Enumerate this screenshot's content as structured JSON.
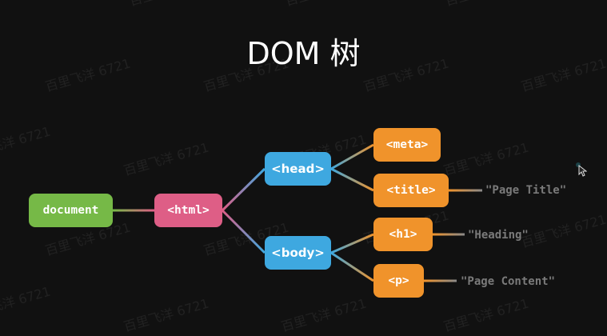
{
  "title": "DOM 树",
  "colors": {
    "background": "#111111",
    "document": "#76b947",
    "html": "#de5e86",
    "head_body": "#3ea8e0",
    "leaf_elements": "#f0932b",
    "text_nodes": "#7a7a7a"
  },
  "tree": {
    "document": {
      "label": "document"
    },
    "html": {
      "label": "<html>"
    },
    "head": {
      "label": "<head>"
    },
    "body": {
      "label": "<body>"
    },
    "meta": {
      "label": "<meta>"
    },
    "title": {
      "label": "<title>"
    },
    "h1": {
      "label": "<h1>"
    },
    "p": {
      "label": "<p>"
    },
    "text_title": {
      "label": "\"Page Title\""
    },
    "text_heading": {
      "label": "\"Heading\""
    },
    "text_content": {
      "label": "\"Page Content\""
    }
  },
  "edges": [
    [
      "document",
      "html"
    ],
    [
      "html",
      "head"
    ],
    [
      "html",
      "body"
    ],
    [
      "head",
      "meta"
    ],
    [
      "head",
      "title"
    ],
    [
      "body",
      "h1"
    ],
    [
      "body",
      "p"
    ],
    [
      "title",
      "text_title"
    ],
    [
      "h1",
      "text_heading"
    ],
    [
      "p",
      "text_content"
    ]
  ],
  "watermark": "百里飞洋 6721",
  "cursor_icon": "mouse-pointer-icon"
}
